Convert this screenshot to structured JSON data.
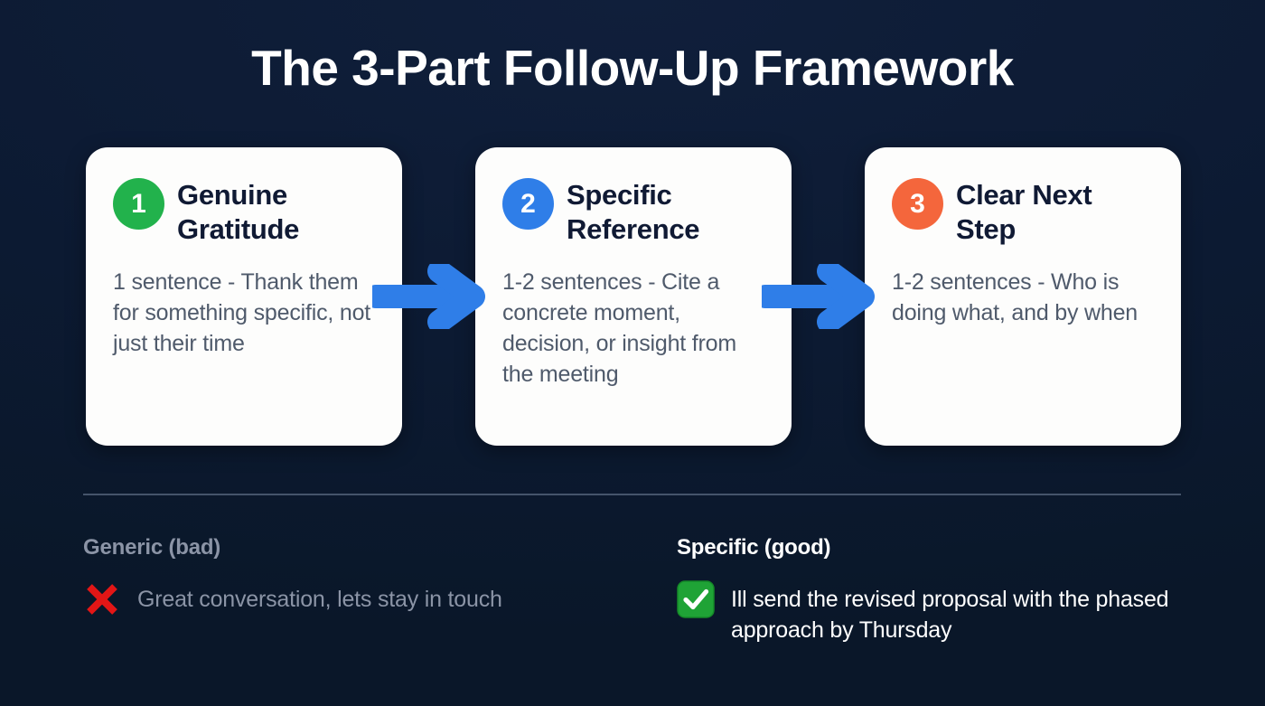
{
  "theme": {
    "background": "#0d1c35",
    "card_background": "#fdfdfc",
    "title_color": "#ffffff",
    "card_title_color": "#101a34",
    "card_body_color": "#4f5a6b",
    "arrow_color": "#2f7ee8",
    "divider_color": "#5a6880",
    "bad_color": "#8b94a6",
    "good_color": "#ffffff",
    "cross_color": "#e02020",
    "check_color": "#21a53b"
  },
  "header": {
    "title": "The 3-Part Follow-Up Framework"
  },
  "steps": [
    {
      "number": "1",
      "badge_color": "#22b24c",
      "title": "Genuine Gratitude",
      "body": "1 sentence - Thank them for something specific, not just their time"
    },
    {
      "number": "2",
      "badge_color": "#2f7ee8",
      "title": "Specific Reference",
      "body": "1-2 sentences - Cite a concrete moment, decision, or insight from the meeting"
    },
    {
      "number": "3",
      "badge_color": "#f4663c",
      "title": "Clear Next Step",
      "body": "1-2 sentences - Who is doing what, and by when"
    }
  ],
  "connectors": [
    {
      "icon": "arrow-right-icon"
    },
    {
      "icon": "arrow-right-icon"
    }
  ],
  "comparison": {
    "bad": {
      "heading": "Generic (bad)",
      "icon": "cross-mark-icon",
      "text": "Great conversation, lets stay in touch"
    },
    "good": {
      "heading": "Specific (good)",
      "icon": "check-mark-button-icon",
      "text": "Ill send the revised proposal with the phased approach by Thursday"
    }
  }
}
